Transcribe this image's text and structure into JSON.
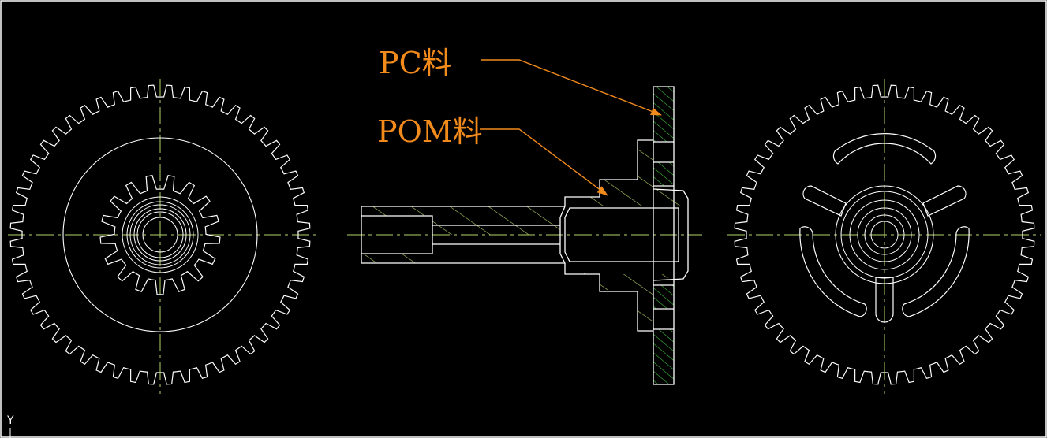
{
  "colors": {
    "background": "#000000",
    "outline": "#ffffff",
    "centerline": "#b5d36a",
    "hatch": "#b5d36a",
    "hatch_pc": "#3fbf3f",
    "annotation": "#f28a1c"
  },
  "annotations": {
    "pc_material": "PC料",
    "pom_material": "POM料"
  },
  "ucs": {
    "y_axis_label": "Y"
  },
  "views": {
    "left": "front-view-gear",
    "center": "section-view",
    "right": "rear-view-gear"
  }
}
